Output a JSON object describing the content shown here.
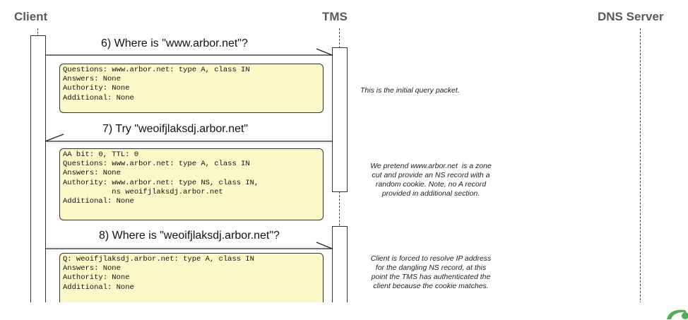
{
  "headers": {
    "client": "Client",
    "tms": "TMS",
    "dns": "DNS Server"
  },
  "messages": [
    {
      "label": "6) Where is \"www.arbor.net\"?"
    },
    {
      "label": "7) Try \"weoifjlaksdj.arbor.net\""
    },
    {
      "label": "8) Where is \"weoifjlaksdj.arbor.net\"?"
    }
  ],
  "packets": [
    {
      "text": "Questions: www.arbor.net: type A, class IN\nAnswers: None\nAuthority: None\nAdditional: None"
    },
    {
      "text": "AA bit: 0, TTL: 0\nQuestions: www.arbor.net: type A, class IN\nAnswers: None\nAuthority: www.arbor.net: type NS, class IN,\n           ns weoifjlaksdj.arbor.net\nAdditional: None"
    },
    {
      "text": "Q: weoifjlaksdj.arbor.net: type A, class IN\nAnswers: None\nAuthority: None\nAdditional: None"
    }
  ],
  "comments": [
    {
      "text": "This is the initial query packet."
    },
    {
      "text": "We pretend www.arbor.net  is a zone\ncut and provide an NS record with a\nrandom cookie. Note, no A record\nprovided in additional section."
    },
    {
      "text": "Client is forced to resolve IP address\nfor the dangling NS record, at this\npoint the TMS has authenticated the\nclient because the cookie matches."
    }
  ],
  "colors": {
    "note_fill": "#fcf8c8",
    "header_text": "#5a5a5a",
    "logo_green": "#4caf50"
  },
  "icons": {
    "logo": "green-swoosh-logo-icon"
  }
}
